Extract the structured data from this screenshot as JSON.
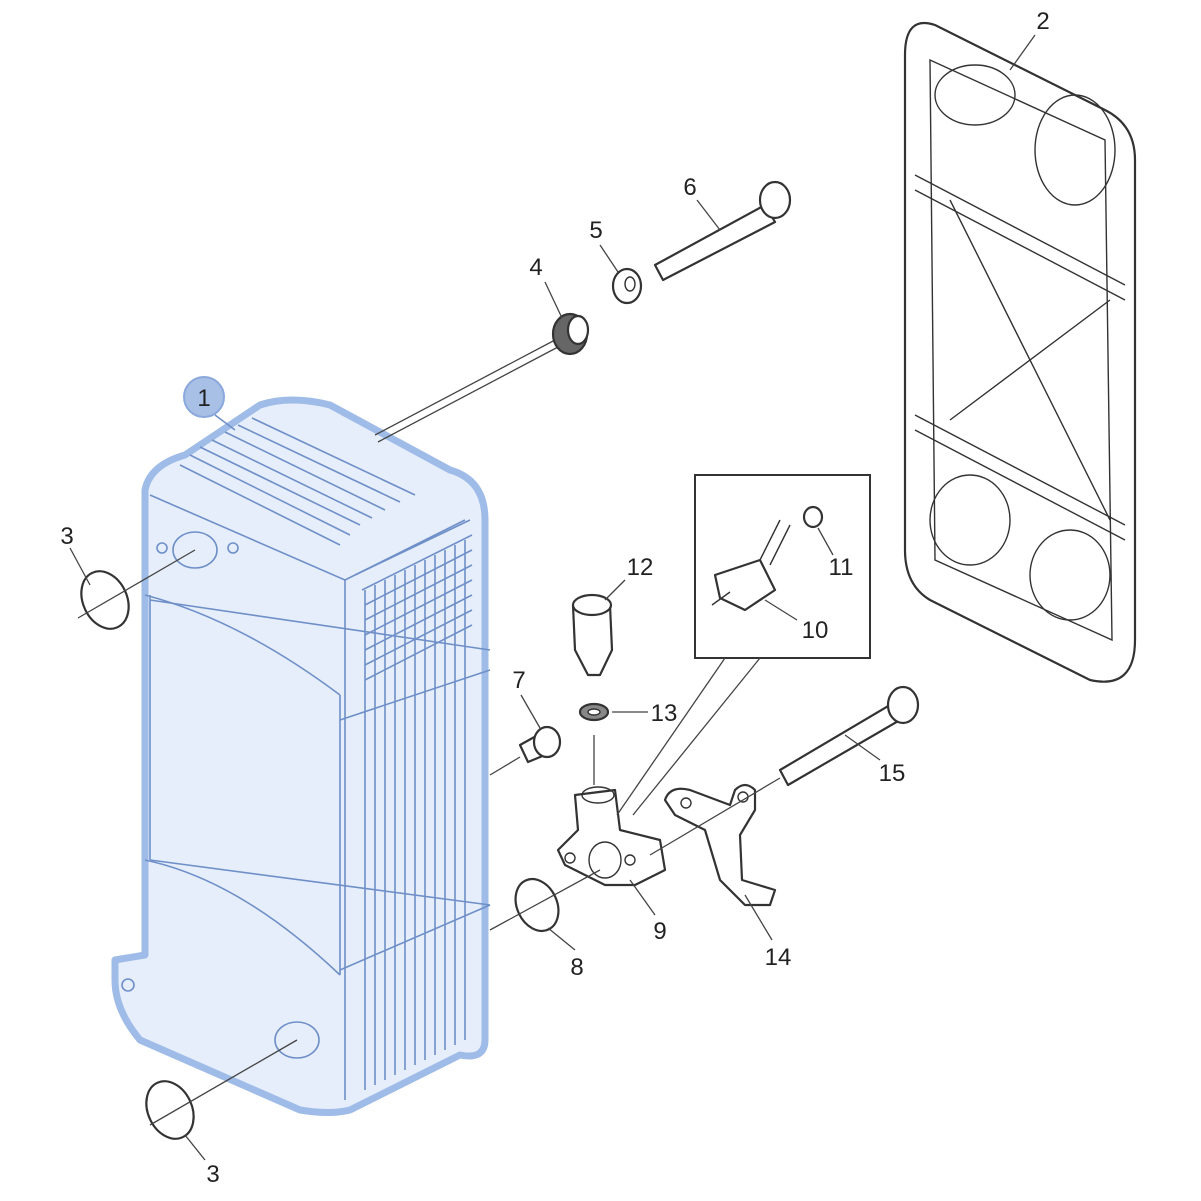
{
  "diagram": {
    "title_hidden": null,
    "selected_part": "1",
    "highlight_color": "#9fbbe8",
    "callouts": {
      "p1": "1",
      "p2": "2",
      "p3a": "3",
      "p3b": "3",
      "p4": "4",
      "p5": "5",
      "p6": "6",
      "p7": "7",
      "p8": "8",
      "p9": "9",
      "p10": "10",
      "p11": "11",
      "p12": "12",
      "p13": "13",
      "p14": "14",
      "p15": "15"
    }
  }
}
